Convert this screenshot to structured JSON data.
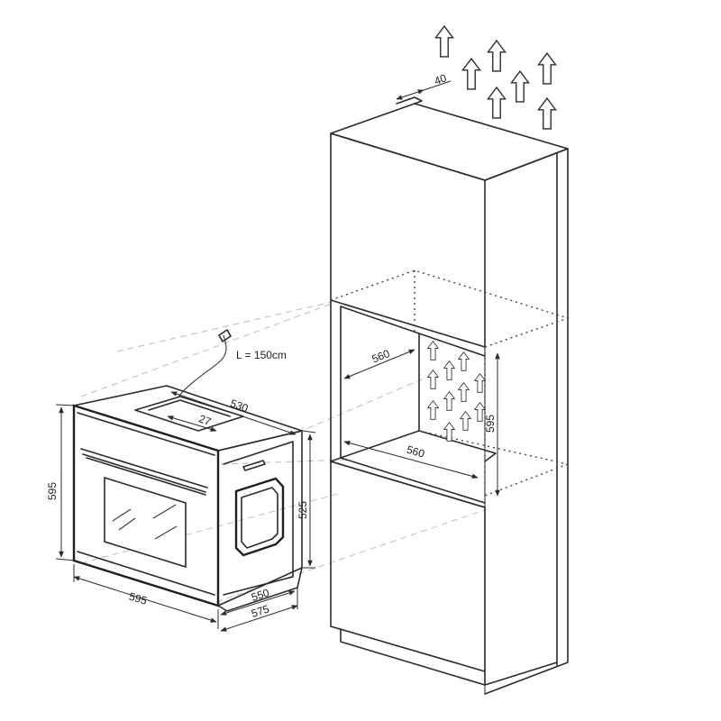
{
  "dimensions": {
    "oven_height": "595",
    "oven_width": "595",
    "oven_depth_body": "530",
    "panel_offset": "27",
    "side_height": "525",
    "depth_550": "550",
    "depth_575": "575",
    "cable_length": "L = 150cm",
    "top_gap": "40",
    "niche_width_top": "560",
    "niche_width_bottom": "560",
    "niche_height": "595"
  },
  "icons": {
    "airflow": "up-arrow-icon",
    "power_plug": "plug-icon"
  },
  "colors": {
    "line": "#2b2b2b",
    "guide": "#bdbdbd",
    "background": "#ffffff"
  }
}
